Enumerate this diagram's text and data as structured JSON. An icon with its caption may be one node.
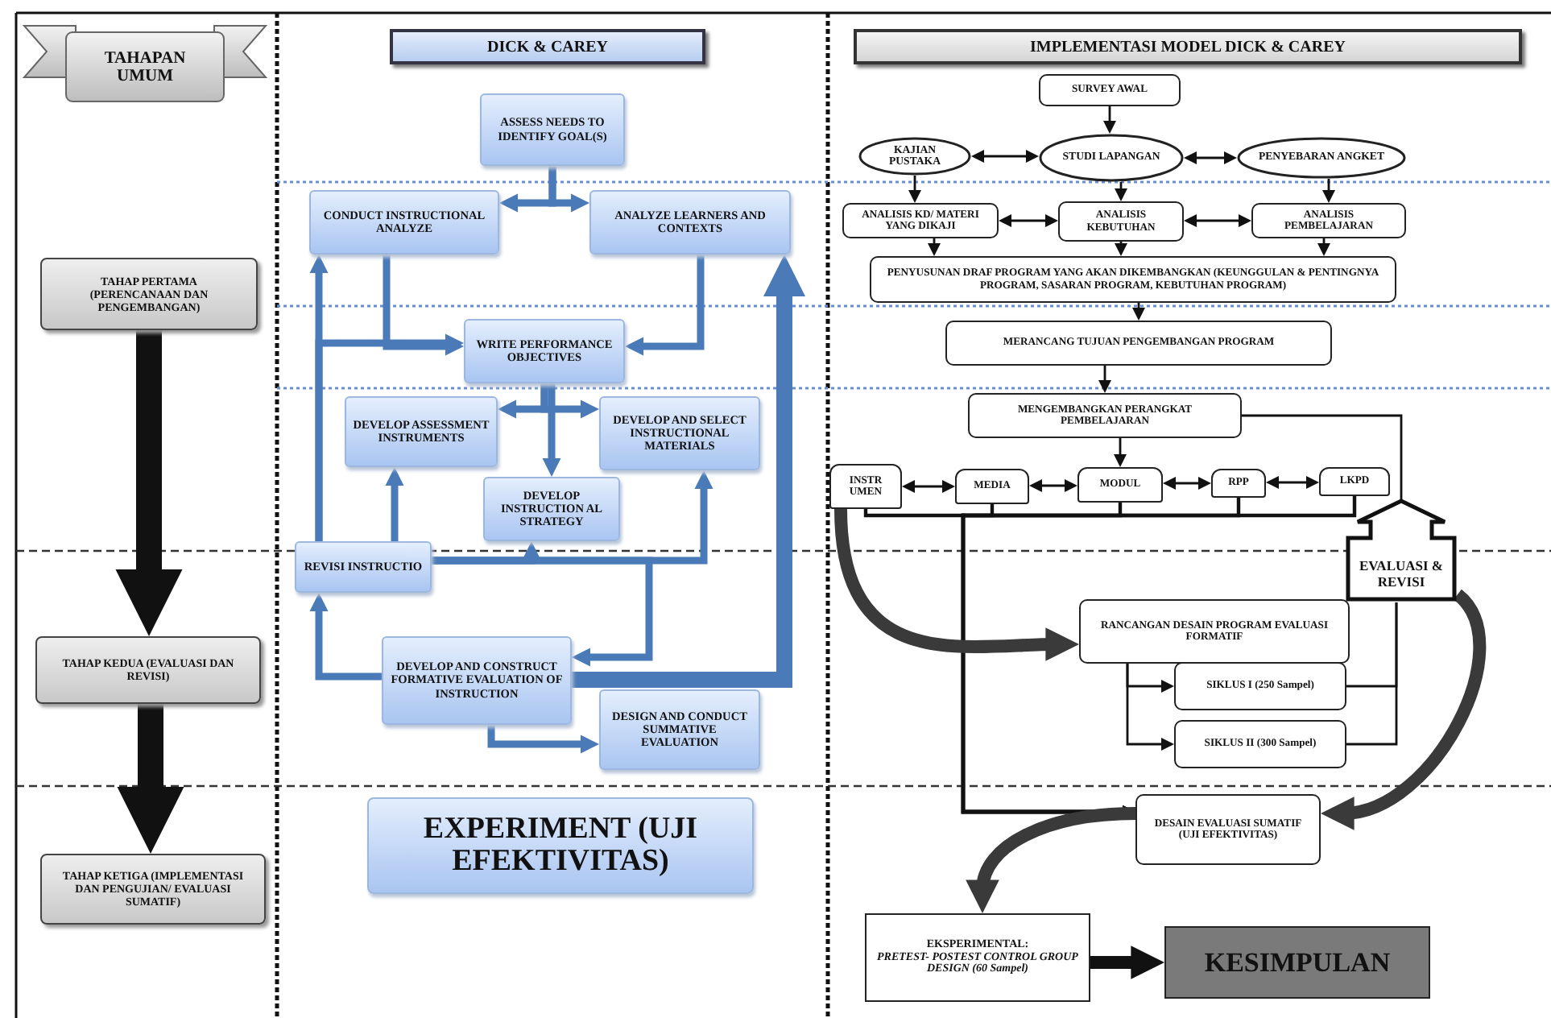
{
  "diagram": {
    "nodes": [
      {
        "text": [
          "TAHAPAN UMUM"
        ]
      },
      {
        "text": [
          "TAHAP PERTAMA (PERENCANAAN DAN PENGEMBANGAN)"
        ]
      },
      {
        "text": [
          "TAHAP KEDUA (EVALUASI DAN REVISI)"
        ]
      },
      {
        "text": [
          "TAHAP KETIGA (IMPLEMENTASI DAN PENGUJIAN/ EVALUASI SUMATIF)"
        ]
      },
      {
        "text": [
          "DICK & CAREY"
        ]
      },
      {
        "text": [
          "ASSESS NEEDS TO IDENTIFY GOAL(S)"
        ]
      },
      {
        "text": [
          "CONDUCT INSTRUCTIONAL ANALYZE"
        ]
      },
      {
        "text": [
          "ANALYZE LEARNERS AND CONTEXTS"
        ]
      },
      {
        "text": [
          "WRITE PERFORMANCE OBJECTIVES"
        ]
      },
      {
        "text": [
          "DEVELOP ASSESSMENT INSTRUMENTS"
        ]
      },
      {
        "text": [
          "DEVELOP AND SELECT INSTRUCTIONAL MATERIALS"
        ]
      },
      {
        "text": [
          "DEVELOP INSTRUCTION AL STRATEGY"
        ]
      },
      {
        "text": [
          "REVISI INSTRUCTIO"
        ]
      },
      {
        "text": [
          "DEVELOP AND CONSTRUCT FORMATIVE EVALUATION OF INSTRUCTION"
        ]
      },
      {
        "text": [
          "DESIGN AND CONDUCT SUMMATIVE EVALUATION"
        ]
      },
      {
        "text": [
          "EXPERIMENT (UJI EFEKTIVITAS)"
        ]
      },
      {
        "text": [
          "IMPLEMENTASI MODEL DICK & CAREY"
        ]
      },
      {
        "text": [
          "SURVEY AWAL"
        ]
      },
      {
        "text": [
          "KAJIAN PUSTAKA"
        ]
      },
      {
        "text": [
          "STUDI LAPANGAN"
        ]
      },
      {
        "text": [
          "PENYEBARAN ANGKET"
        ]
      },
      {
        "text": [
          "ANALISIS KD/ MATERI YANG DIKAJI"
        ]
      },
      {
        "text": [
          "ANALISIS KEBUTUHAN"
        ]
      },
      {
        "text": [
          "ANALISIS PEMBELAJARAN"
        ]
      },
      {
        "text": [
          "PENYUSUNAN DRAF PROGRAM YANG AKAN DIKEMBANGKAN (KEUNGGULAN & PENTINGNYA PROGRAM, SASARAN PROGRAM, KEBUTUHAN PROGRAM)"
        ]
      },
      {
        "text": [
          "MERANCANG TUJUAN PENGEMBANGAN PROGRAM"
        ]
      },
      {
        "text": [
          "MENGEMBANGKAN PERANGKAT PEMBELAJARAN"
        ]
      },
      {
        "text": [
          "INSTR UMEN"
        ]
      },
      {
        "text": [
          "MEDIA"
        ]
      },
      {
        "text": [
          "MODUL"
        ]
      },
      {
        "text": [
          "RPP"
        ]
      },
      {
        "text": [
          "LKPD"
        ]
      },
      {
        "text": [
          "EVALUASI & REVISI"
        ]
      },
      {
        "text": [
          "RANCANGAN DESAIN PROGRAM EVALUASI FORMATIF"
        ]
      },
      {
        "text": [
          "SIKLUS I (250 Sampel)"
        ]
      },
      {
        "text": [
          "SIKLUS II (300 Sampel)"
        ]
      },
      {
        "text": [
          "DESAIN EVALUASI SUMATIF (UJI EFEKTIVITAS)"
        ]
      },
      {
        "text": [
          "EKSPERIMENTAL:",
          "PRETEST- POSTEST CONTROL GROUP DESIGN (60 Sampel)"
        ]
      },
      {
        "text": [
          "KESIMPULAN"
        ]
      }
    ],
    "edges": [
      {
        "from": 1,
        "to": 2,
        "arrow": "to",
        "style": "thick"
      },
      {
        "from": 2,
        "to": 3,
        "arrow": "to",
        "style": "thick"
      },
      {
        "from": 5,
        "to": 6,
        "arrow": "to",
        "style": "thick",
        "color": "#4a7ab8"
      },
      {
        "from": 5,
        "to": 7,
        "arrow": "to",
        "style": "thick",
        "color": "#4a7ab8"
      },
      {
        "from": 6,
        "to": 8,
        "arrow": "to",
        "style": "thick",
        "color": "#4a7ab8"
      },
      {
        "from": 7,
        "to": 8,
        "arrow": "to",
        "style": "thick",
        "color": "#4a7ab8"
      },
      {
        "from": 12,
        "to": 6,
        "arrow": "to",
        "style": "thick",
        "color": "#4a7ab8"
      },
      {
        "from": 12,
        "to": 8,
        "arrow": "to",
        "style": "thick",
        "color": "#4a7ab8"
      },
      {
        "from": 8,
        "to": 9,
        "arrow": "to",
        "style": "thick",
        "color": "#4a7ab8"
      },
      {
        "from": 8,
        "to": 10,
        "arrow": "to",
        "style": "thick",
        "color": "#4a7ab8"
      },
      {
        "from": 8,
        "to": 11,
        "arrow": "to",
        "style": "thick",
        "color": "#4a7ab8"
      },
      {
        "from": 12,
        "to": 9,
        "arrow": "to",
        "style": "thick",
        "color": "#4a7ab8"
      },
      {
        "from": 12,
        "to": 11,
        "arrow": "to",
        "style": "thick",
        "color": "#4a7ab8"
      },
      {
        "from": 12,
        "to": 10,
        "arrow": "to",
        "style": "thick",
        "color": "#4a7ab8"
      },
      {
        "from": 12,
        "to": 13,
        "arrow": "to",
        "style": "thick",
        "color": "#4a7ab8"
      },
      {
        "from": 13,
        "to": 12,
        "arrow": "to",
        "style": "thick",
        "color": "#4a7ab8"
      },
      {
        "from": 13,
        "to": 7,
        "arrow": "to",
        "style": "thick",
        "color": "#4a7ab8"
      },
      {
        "from": 13,
        "to": 14,
        "arrow": "to",
        "style": "thick",
        "color": "#4a7ab8"
      },
      {
        "from": 17,
        "to": 19,
        "arrow": "to"
      },
      {
        "from": 18,
        "to": 19,
        "arrow": "both"
      },
      {
        "from": 19,
        "to": 20,
        "arrow": "both"
      },
      {
        "from": 18,
        "to": 21,
        "arrow": "to"
      },
      {
        "from": 19,
        "to": 22,
        "arrow": "to"
      },
      {
        "from": 20,
        "to": 23,
        "arrow": "to"
      },
      {
        "from": 21,
        "to": 22,
        "arrow": "both"
      },
      {
        "from": 22,
        "to": 23,
        "arrow": "both"
      },
      {
        "from": 21,
        "to": 24,
        "arrow": "to"
      },
      {
        "from": 22,
        "to": 24,
        "arrow": "to"
      },
      {
        "from": 23,
        "to": 24,
        "arrow": "to"
      },
      {
        "from": 24,
        "to": 25,
        "arrow": "to"
      },
      {
        "from": 25,
        "to": 26,
        "arrow": "to"
      },
      {
        "from": 26,
        "to": 29,
        "arrow": "to"
      },
      {
        "from": 27,
        "to": 28,
        "arrow": "both"
      },
      {
        "from": 28,
        "to": 29,
        "arrow": "both"
      },
      {
        "from": 29,
        "to": 30,
        "arrow": "both"
      },
      {
        "from": 30,
        "to": 31,
        "arrow": "both"
      },
      {
        "from": 26,
        "to": 32,
        "arrow": "none"
      },
      {
        "from": 27,
        "to": 36,
        "arrow": "to"
      },
      {
        "from": 28,
        "to": 36,
        "arrow": "to"
      },
      {
        "from": 29,
        "to": 36,
        "arrow": "to"
      },
      {
        "from": 30,
        "to": 36,
        "arrow": "to"
      },
      {
        "from": 31,
        "to": 36,
        "arrow": "to"
      },
      {
        "from": 27,
        "to": 33,
        "arrow": "to",
        "style": "thick",
        "color": "#3a3a3a"
      },
      {
        "from": 33,
        "to": 34,
        "arrow": "to"
      },
      {
        "from": 33,
        "to": 35,
        "arrow": "to"
      },
      {
        "from": 34,
        "to": 32,
        "arrow": "none"
      },
      {
        "from": 35,
        "to": 32,
        "arrow": "none"
      },
      {
        "from": 32,
        "to": 36,
        "arrow": "to",
        "style": "thick",
        "color": "#3a3a3a"
      },
      {
        "from": 36,
        "to": 37,
        "arrow": "to",
        "style": "thick",
        "color": "#3a3a3a"
      },
      {
        "from": 37,
        "to": 38,
        "arrow": "to",
        "style": "thick"
      }
    ]
  }
}
